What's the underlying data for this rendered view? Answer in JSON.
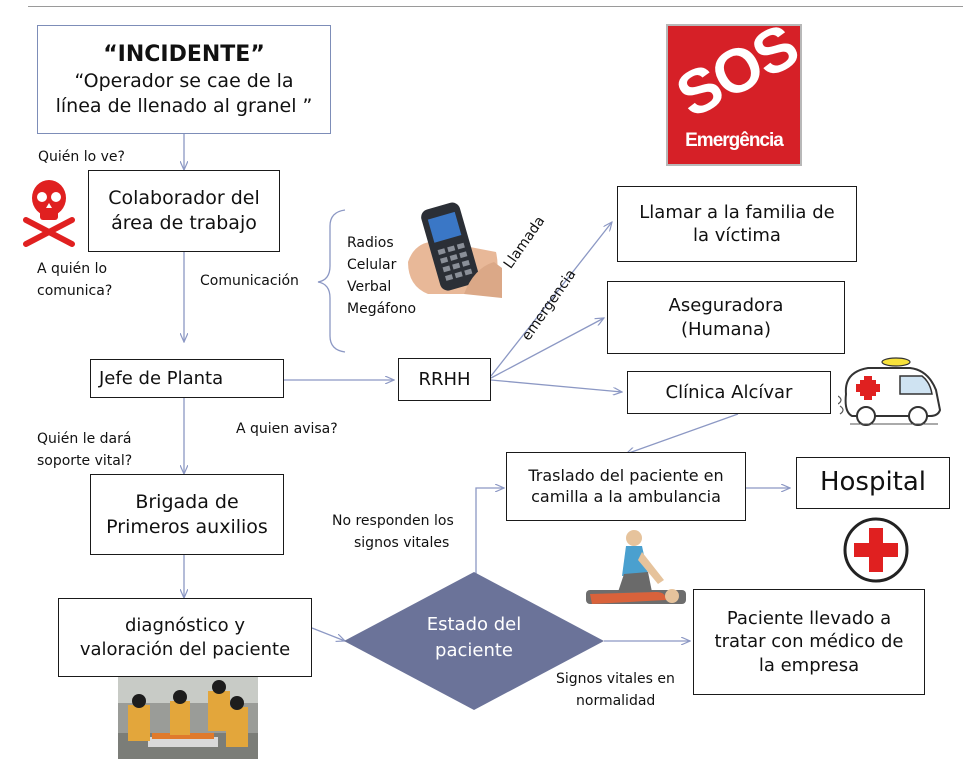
{
  "incident": {
    "title": "“INCIDENTE”",
    "line1": "“Operador se cae de la",
    "line2": "línea de llenado al granel ”"
  },
  "labels": {
    "who_sees": "Quién lo ve?",
    "who_told_1": "A quién lo",
    "who_told_2": "comunica?",
    "communication": "Comunicación",
    "whom_notify": "A quien avisa?",
    "vital_1": "Quién le dará",
    "vital_2": "soporte vital?",
    "call_1": "Llamada",
    "call_2": "emergencia",
    "no_resp_1": "No responden los",
    "no_resp_2": "signos vitales",
    "normal_1": "Signos vitales en",
    "normal_2": "normalidad"
  },
  "comm_methods": [
    "Radios",
    "Celular",
    "Verbal",
    "Megáfono"
  ],
  "boxes": {
    "colaborador": [
      "Colaborador del",
      "área de trabajo"
    ],
    "jefe": "Jefe de Planta",
    "rrhh": "RRHH",
    "familia": [
      "Llamar a la familia de",
      "la víctima"
    ],
    "aseguradora": [
      "Aseguradora",
      "(Humana)"
    ],
    "clinica": "Clínica Alcívar",
    "traslado": [
      "Traslado del paciente en",
      "camilla a la ambulancia"
    ],
    "hospital": "Hospital",
    "brigada": [
      "Brigada de",
      "Primeros auxilios"
    ],
    "diagnostico": [
      "diagnóstico y",
      "valoración del paciente"
    ],
    "estado": [
      "Estado del",
      "paciente"
    ],
    "paciente_medico": [
      "Paciente llevado a",
      "tratar con médico de",
      "la empresa"
    ]
  },
  "sos": {
    "top": "SOS",
    "bottom": "Emergência"
  },
  "colors": {
    "diamond": "#6b7399",
    "arrow": "#8c98c4",
    "sos_red": "#d62027",
    "line": "#1a1a1a"
  }
}
